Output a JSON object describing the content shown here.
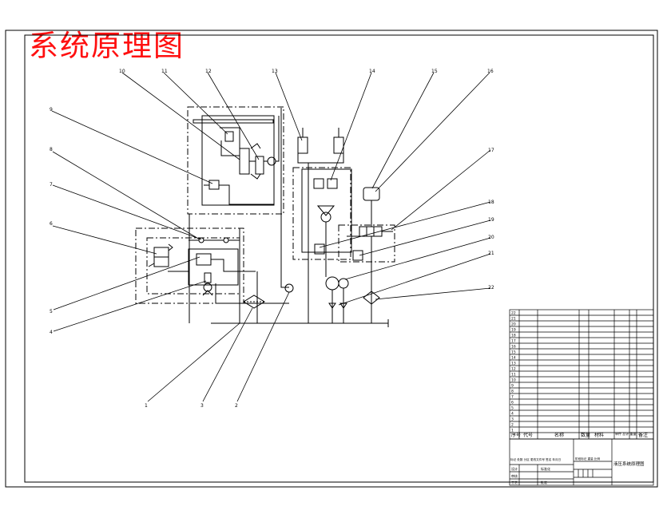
{
  "drawing_title": "系统原理图",
  "balloons": [
    {
      "n": "1"
    },
    {
      "n": "2"
    },
    {
      "n": "3"
    },
    {
      "n": "4"
    },
    {
      "n": "5"
    },
    {
      "n": "6"
    },
    {
      "n": "7"
    },
    {
      "n": "8"
    },
    {
      "n": "9"
    },
    {
      "n": "10"
    },
    {
      "n": "11"
    },
    {
      "n": "12"
    },
    {
      "n": "13"
    },
    {
      "n": "14"
    },
    {
      "n": "15"
    },
    {
      "n": "16"
    },
    {
      "n": "17"
    },
    {
      "n": "18"
    },
    {
      "n": "19"
    },
    {
      "n": "20"
    },
    {
      "n": "21"
    },
    {
      "n": "22"
    }
  ],
  "parts_list": {
    "rows": [
      "22",
      "21",
      "20",
      "19",
      "18",
      "17",
      "16",
      "15",
      "14",
      "13",
      "12",
      "11",
      "10",
      "9",
      "8",
      "7",
      "6",
      "5",
      "4",
      "3",
      "2",
      "1"
    ],
    "header": {
      "seq": "序号",
      "code": "代号",
      "name": "名称",
      "qty": "数量",
      "material": "材料",
      "weight": "单件 总计 重量",
      "remark": "备注"
    }
  },
  "title_block": {
    "drawing_name": "液压系统原理图",
    "rows_left": [
      "标记 处数 分区 更改文件号 签名 年月日",
      "设计",
      "审核",
      "工艺",
      "批准"
    ],
    "std_label": "标准化",
    "stage_label": "阶段标记 重量 比例"
  },
  "colors": {
    "title": "#ff1010",
    "line": "#000000"
  }
}
